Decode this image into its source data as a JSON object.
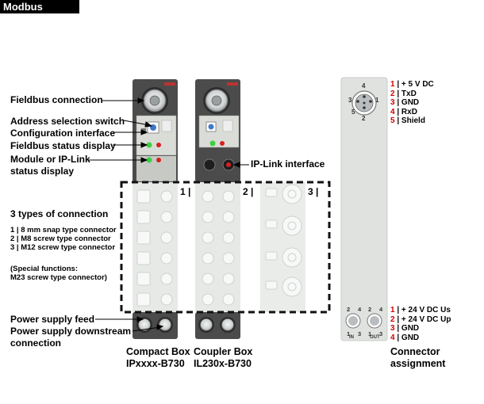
{
  "header": {
    "tab_label": "Modbus"
  },
  "left_labels": {
    "fieldbus_connection": "Fieldbus connection",
    "address_switch": "Address selection switch",
    "config_interface": "Configuration interface",
    "fieldbus_status": "Fieldbus status display",
    "module_status_line1": "Module or IP-Link",
    "module_status_line2": "status display",
    "types_title": "3 types of connection",
    "type1": "1 | 8 mm snap type connector",
    "type2": "2 | M8 screw type connector",
    "type3": "3 | M12 screw type connector",
    "special_line1": "(Special functions:",
    "special_line2": "M23 screw type connector)",
    "power_feed": "Power supply feed",
    "power_downstream_line1": "Power supply downstream",
    "power_downstream_line2": "connection"
  },
  "ip_link_label": "IP-Link interface",
  "column_markers": [
    "1 |",
    "2 |",
    "3 |"
  ],
  "captions": {
    "compact_line1": "Compact Box",
    "compact_line2": "IPxxxx-B730",
    "coupler_line1": "Coupler Box",
    "coupler_line2": "IL230x-B730",
    "connector_line1": "Connector",
    "connector_line2": "assignment"
  },
  "top_connector": {
    "pin_numbers": [
      "4",
      "3",
      "1",
      "5",
      "2"
    ],
    "pins": [
      {
        "num": "1",
        "sep": " | ",
        "label": "+ 5 V DC"
      },
      {
        "num": "2",
        "sep": " | ",
        "label": "TxD"
      },
      {
        "num": "3",
        "sep": " | ",
        "label": "GND"
      },
      {
        "num": "4",
        "sep": " | ",
        "label": "RxD"
      },
      {
        "num": "5",
        "sep": " | ",
        "label": "Shield"
      }
    ]
  },
  "bottom_connector": {
    "pin_numbers_in": [
      "2",
      "4",
      "1",
      "3"
    ],
    "pin_numbers_out": [
      "2",
      "4",
      "1",
      "3"
    ],
    "in_label": "IN",
    "out_label": "OUT",
    "pins": [
      {
        "num": "1",
        "sep": " | ",
        "label": "+ 24 V DC Us"
      },
      {
        "num": "2",
        "sep": " | ",
        "label": "+ 24 V DC Up"
      },
      {
        "num": "3",
        "sep": " | ",
        "label": "GND"
      },
      {
        "num": "4",
        "sep": " | ",
        "label": "GND"
      }
    ]
  },
  "colors": {
    "module_dark": "#4a4a4a",
    "module_light": "#d9dcd8",
    "led_green": "#3ecf3e",
    "led_red": "#d62020",
    "pin_number_red": "#d40000"
  }
}
